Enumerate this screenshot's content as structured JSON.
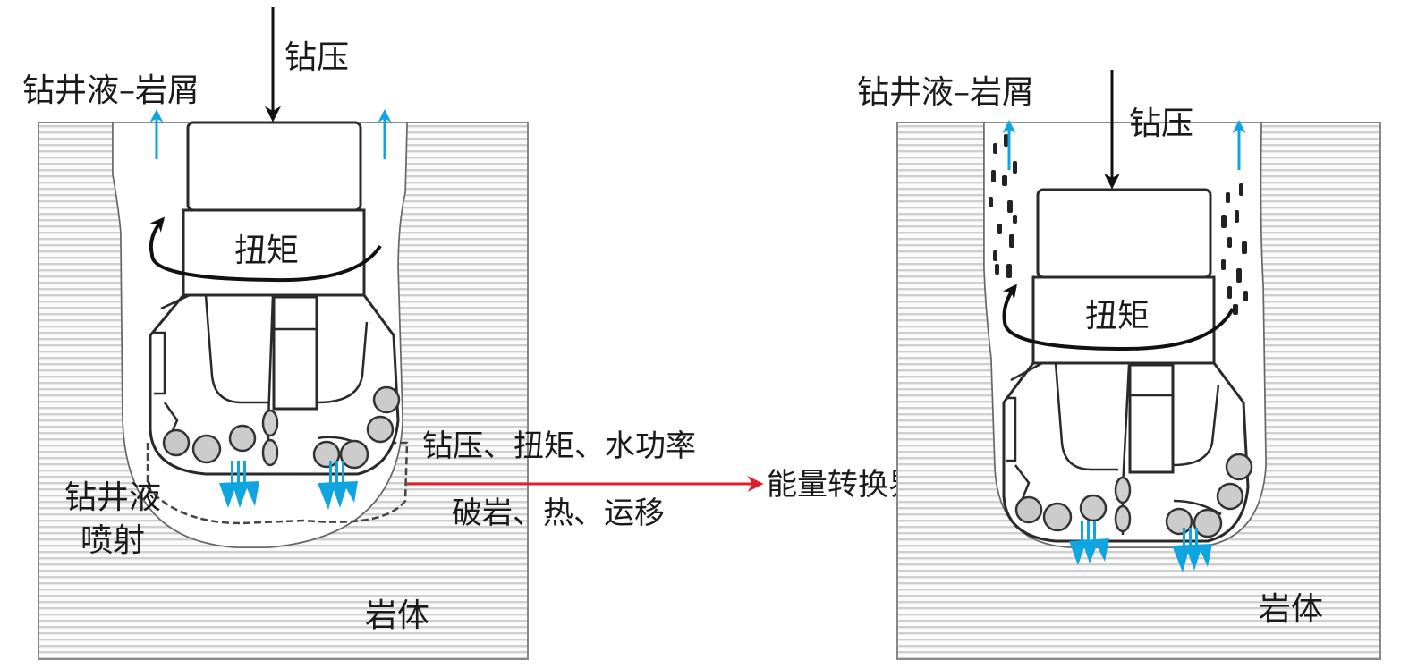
{
  "diagram": {
    "colors": {
      "fluid_arrow": "#0ea5e0",
      "energy_arrow": "#e11d2a",
      "outline": "#2a2a2a",
      "rock_hatch": "#c9c9c9"
    },
    "left_panel": {
      "wob_label": "钻压",
      "fluid_cuttings_label": "钻井液–岩屑",
      "torque_label": "扭矩",
      "jet_label_line1": "钻井液",
      "jet_label_line2": "喷射",
      "rock_label": "岩体"
    },
    "center": {
      "inputs_label": "钻压、扭矩、水功率",
      "outputs_label": "破岩、热、运移",
      "target_label": "能量转换界面"
    },
    "right_panel": {
      "fluid_cuttings_label": "钻井液–岩屑",
      "wob_label": "钻压",
      "torque_label": "扭矩",
      "rock_label": "岩体"
    },
    "icons": {
      "wob_arrow": "arrow-down-icon",
      "flow_arrow": "arrow-up-icon",
      "torque_arrow": "curved-arrow-icon",
      "jet": "jet-spray-icon",
      "energy_arrow": "arrow-right-icon"
    }
  }
}
